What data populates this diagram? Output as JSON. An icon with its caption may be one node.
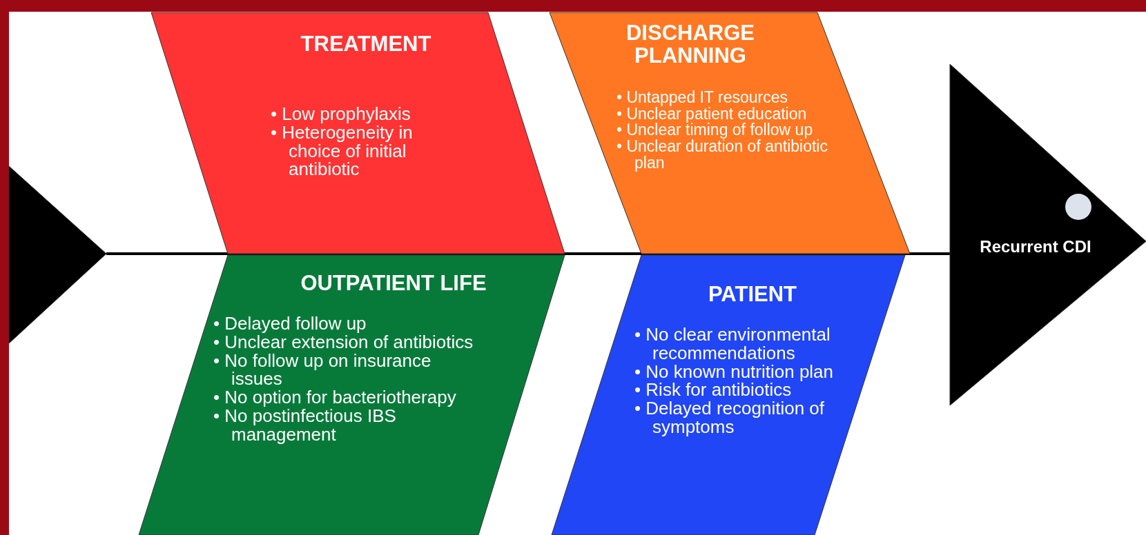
{
  "diagram": {
    "nodes": [
      {
        "text": [],
        "shape": "triangle"
      },
      {
        "text": [
          "TREATMENT",
          "• Low prophylaxis",
          "• Heterogeneity in choice of initial antibiotic"
        ]
      },
      {
        "text": [
          "DISCHARGE PLANNING",
          "• Untapped IT resources",
          "• Unclear patient education",
          "• Unclear timing of follow up",
          "• Unclear duration of antibiotic plan"
        ]
      },
      {
        "text": [
          "OUTPATIENT LIFE",
          "• Delayed follow up",
          "• Unclear extension of antibiotics",
          "• No follow up on insurance issues",
          "• No option for bacteriotherapy",
          "• No postinfectious IBS management"
        ]
      },
      {
        "text": [
          "PATIENT",
          "• No clear environmental recommendations",
          "• No known nutrition plan",
          "• Risk for antibiotics",
          "• Delayed recognition of symptoms"
        ]
      },
      {
        "text": [
          "Recurrent CDI"
        ]
      }
    ],
    "edges": [
      {
        "from": 0,
        "to": 5,
        "arrow": "none"
      }
    ]
  }
}
